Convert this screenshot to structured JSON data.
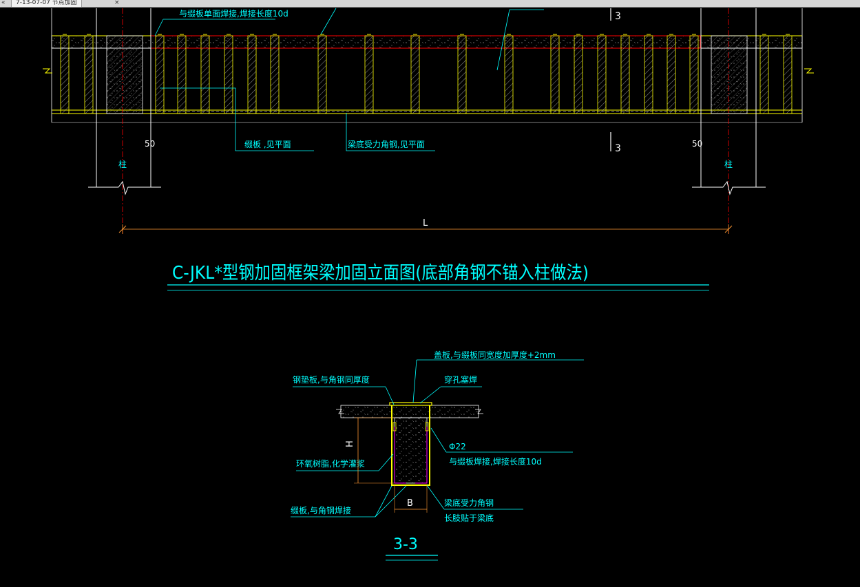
{
  "window": {
    "tab_title": "7-13-07-07 节点加固",
    "tab_close_icon": "close-icon",
    "tab_scroll_icon": "chevron-left-icon"
  },
  "colors": {
    "background": "#000000",
    "cyan": "#00ffff",
    "white": "#ffffff",
    "yellow": "#ffff00",
    "red": "#ff0000",
    "magenta": "#ff00ff",
    "orange": "#ff9933"
  },
  "elevation": {
    "top_note": "与缀板单面焊接,焊接长度10d",
    "section_mark_top": "3",
    "section_mark_bottom": "3",
    "dim_left": "50",
    "dim_right": "50",
    "column_left": "柱",
    "column_right": "柱",
    "label_batten": "缀板 ,见平面",
    "label_angle": "梁底受力角钢,见平面",
    "span_label": "L",
    "title": "C-JKL*型钢加固框架梁加固立面图(底部角钢不锚入柱做法)"
  },
  "section": {
    "label_cover_plate": "盖板,与缀板同宽度加厚度+2mm",
    "label_pad_plate": "钢垫板,与角钢同厚度",
    "label_plug_weld": "穿孔塞焊",
    "label_bar": "Φ22",
    "label_bar_weld": "与缀板焊接,焊接长度10d",
    "label_epoxy": "环氧树脂,化学灌浆",
    "label_batten_weld": "缀板,与角钢焊接",
    "label_angle_1": "梁底受力角钢",
    "label_angle_2": "长肢贴于梁底",
    "dim_h": "H",
    "dim_b": "B",
    "title": "3-3"
  }
}
